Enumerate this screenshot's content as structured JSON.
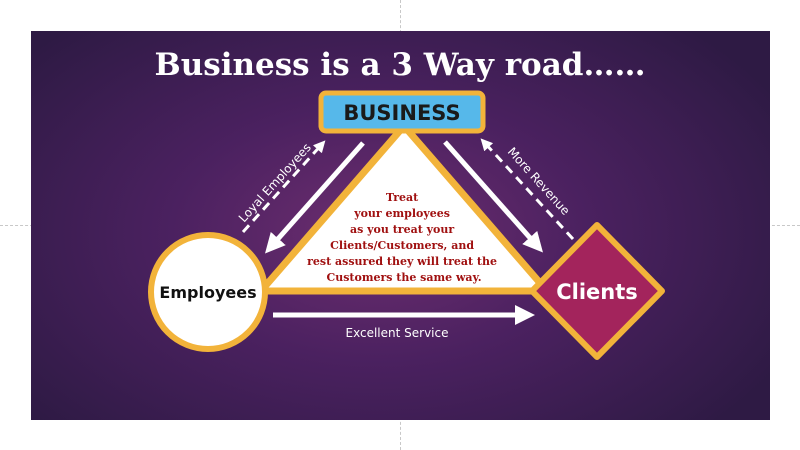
{
  "title": "Business is a 3 Way road……",
  "nodes": {
    "business": "BUSINESS",
    "employees": "Employees",
    "clients": "Clients"
  },
  "center_message": [
    "Treat",
    "your employees",
    "as you treat your",
    "Clients/Customers, and",
    "rest assured they will treat the",
    "Customers the same way."
  ],
  "arrows": {
    "loyal_employees": "Loyal Employees",
    "more_revenue": "More Revenue",
    "excellent_service": "Excellent Service"
  },
  "colors": {
    "accent_gold": "#f2b33a",
    "business_box": "#56b8ea",
    "clients_diamond": "#a3245c",
    "triangle_fill": "#ffffff",
    "message_text": "#a01010"
  }
}
